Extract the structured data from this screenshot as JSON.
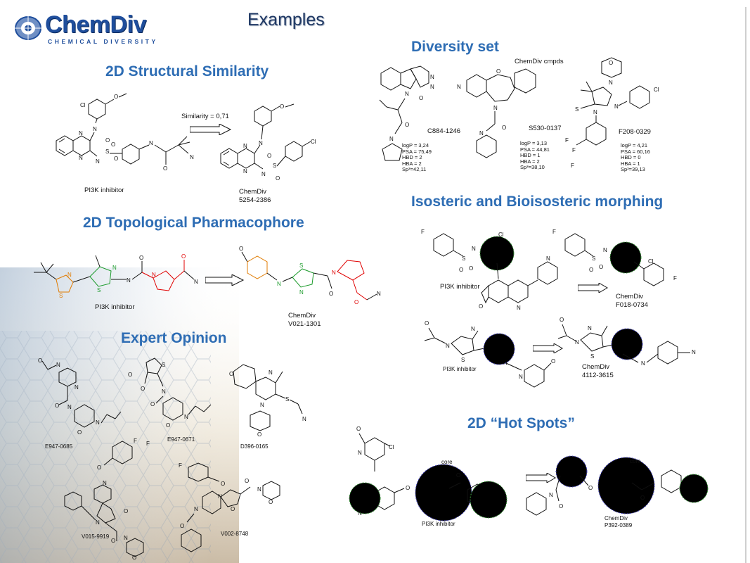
{
  "page": {
    "title": "Examples"
  },
  "logo": {
    "name": "ChemDiv",
    "tagline": "CHEMICAL DIVERSITY"
  },
  "sections": {
    "similarity": "2D Structural Similarity",
    "pharmacophore": "2D Topological Pharmacophore",
    "expert": "Expert Opinion",
    "diversity": "Diversity set",
    "isosteric": "Isosteric and Bioisosteric morphing",
    "hotspots": "2D “Hot Spots”"
  },
  "similarity": {
    "arrow_label": "Similarity = 0,71",
    "left_label": "PI3K inhibitor",
    "right_label_1": "ChemDiv",
    "right_label_2": "5254-2386"
  },
  "pharmacophore": {
    "left_label": "PI3K inhibitor",
    "right_label_1": "ChemDiv",
    "right_label_2": "V021-1301"
  },
  "expert": {
    "labels": [
      "E947-0685",
      "E947-0671",
      "D396-0165",
      "V015-9919",
      "V002-8748"
    ]
  },
  "diversity": {
    "header": "ChemDiv cmpds",
    "compounds": [
      {
        "id": "C884-1246",
        "props": [
          "logP = 3,24",
          "PSA = 75,49",
          "HBD = 2",
          "HBA = 2",
          "Sp³=42,11"
        ]
      },
      {
        "id": "S530-0137",
        "props": [
          "logP = 3,13",
          "PSA = 44,81",
          "HBD = 1",
          "HBA = 2",
          "Sp³=38,10"
        ]
      },
      {
        "id": "F208-0329",
        "props": [
          "logP = 4,21",
          "PSA = 60,16",
          "HBD = 0",
          "HBA = 1",
          "Sp³=39,13"
        ]
      }
    ]
  },
  "isosteric": {
    "top_left_label": "PI3K inhibitor",
    "top_right_label_1": "ChemDiv",
    "top_right_label_2": "F018-0734",
    "bottom_left_label": "PI3K inhibitor",
    "bottom_right_label_1": "ChemDiv",
    "bottom_right_label_2": "4112-3615"
  },
  "hotspots": {
    "core_label": "core",
    "left_label": "PI3K inhibitor",
    "right_label_1": "ChemDiv",
    "right_label_2": "P392-0389"
  },
  "atoms": {
    "N": "N",
    "O": "O",
    "S": "S",
    "Cl": "Cl",
    "F": "F"
  },
  "colors": {
    "section_heading": "#2e6db4",
    "title": "#1f3864",
    "pharmacophore_orange": "#e07b00",
    "pharmacophore_green": "#1a9a2a",
    "pharmacophore_red": "#e00000",
    "circle_blue": "#4b4bc8",
    "circle_green": "#3a9a3a"
  }
}
